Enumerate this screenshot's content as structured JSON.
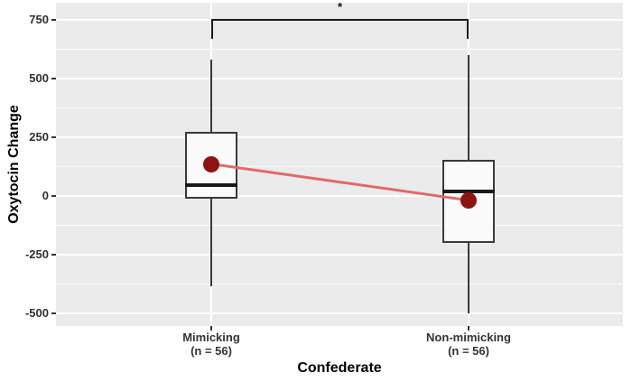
{
  "chart_data": {
    "type": "boxplot",
    "title": "",
    "ylabel": "Oxytocin Change",
    "xlabel": "Confederate",
    "y_ticks": [
      "750",
      "500",
      "250",
      "0",
      "-250",
      "-500"
    ],
    "ylim": [
      -554,
      823
    ],
    "grid": "white major and minor horizontal gridlines on gray panel; white vertical gridline at each category",
    "legend": "none",
    "categories": [
      {
        "label": "Mimicking",
        "sublabel": "(n = 56)"
      },
      {
        "label": "Non-mimicking",
        "sublabel": "(n = 56)"
      }
    ],
    "series": [
      {
        "name": "Mimicking",
        "n": 56,
        "whisker_low": -385,
        "q1": -10,
        "median": 45,
        "q3": 275,
        "whisker_high": 580,
        "mean": 135
      },
      {
        "name": "Non-mimicking",
        "n": 56,
        "whisker_low": -500,
        "q1": -200,
        "median": 20,
        "q3": 155,
        "whisker_high": 600,
        "mean": -20
      }
    ],
    "mean_trend_line": {
      "from": 135,
      "to": -20
    },
    "significance": {
      "label": "*",
      "between": [
        "Mimicking",
        "Non-mimicking"
      ],
      "bar_y_value": 750
    },
    "colors": {
      "panel_background": "#ebebeb",
      "grid_major": "#ffffff",
      "box_fill": "#fafafa",
      "box_stroke": "#3a3a3a",
      "median": "#1a1a1a",
      "whisker": "#3a3a3a",
      "mean_point": "#8e1414",
      "trend_line": "#e06a6a",
      "bracket": "#1a1a1a",
      "tick_text": "#303030",
      "title_text": "#000000"
    }
  }
}
